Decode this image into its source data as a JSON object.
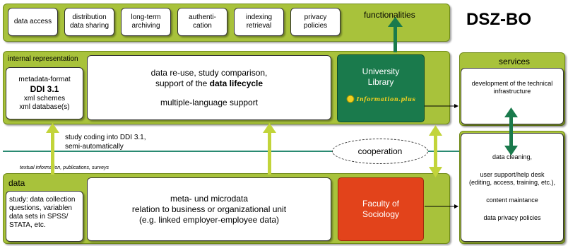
{
  "title": "DSZ-BO",
  "top_row": {
    "boxes": [
      "data access",
      "distribution\ndata sharing",
      "long-term\narchiving",
      "authenti-\ncation",
      "indexing\nretrieval",
      "privacy\npolicies"
    ],
    "label": "functionalities"
  },
  "internal": {
    "label": "internal representation",
    "metadata_line1": "metadata-format",
    "metadata_ddi": "DDI 3.1",
    "metadata_line3": "xml schemes",
    "metadata_line4": "xml database(s)",
    "center_line1": "data re-use, study comparison,",
    "center_line2_prefix": "support of the ",
    "center_line2_bold": "data lifecycle",
    "center_line3": "multiple-language support",
    "library_label": "University\nLibrary",
    "library_logo": "Information.plus"
  },
  "middle": {
    "coding_note": "study coding into DDI 3.1,\nsemi-automatically",
    "cooperation": "cooperation",
    "sources_note": "textual information, publications, surveys"
  },
  "data": {
    "label": "data",
    "study_box": "study: data collection\nquestions, variablen\ndata sets in SPSS/\nSTATA, etc.",
    "center_line1": "meta- und microdata",
    "center_line2": "relation to business or organizational unit",
    "center_line3": "(e.g. linked employer-employee data)",
    "faculty_label": "Faculty of\nSociology"
  },
  "services": {
    "label": "services",
    "top_text": "development of the technical\ninfrastructure",
    "items": [
      "data cleaning,",
      "user support/help desk\n(editing, access, training, etc.),",
      "content maintance",
      "data privacy policies"
    ]
  },
  "colors": {
    "green": "#a8c23b",
    "dark_green": "#1a7a4c",
    "orange": "#e2431b",
    "teal_line": "#2a8a72"
  }
}
